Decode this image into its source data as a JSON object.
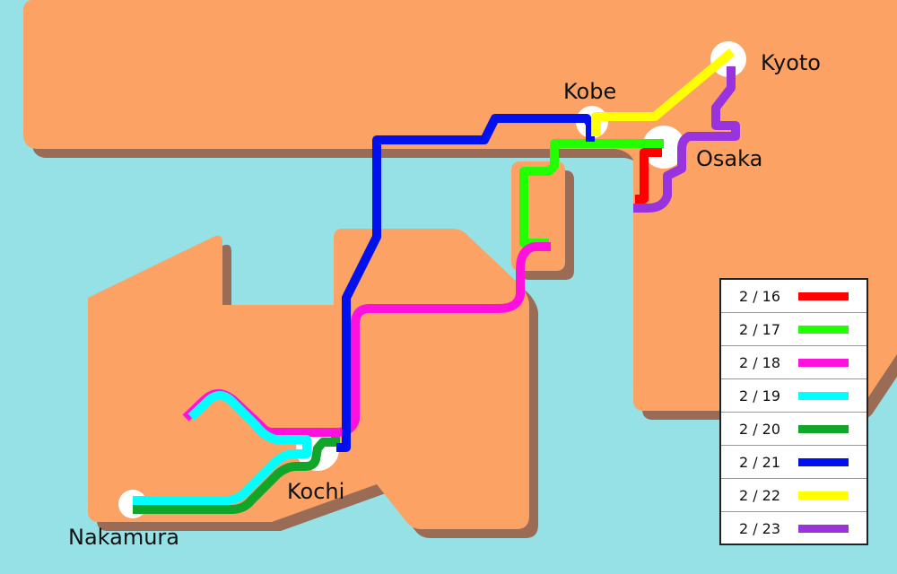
{
  "colors": {
    "water": "#96e1e6",
    "land": "#fba264",
    "land_shadow": "#9a6b55"
  },
  "cities": [
    {
      "id": "kyoto",
      "label": "Kyoto"
    },
    {
      "id": "kobe",
      "label": "Kobe"
    },
    {
      "id": "osaka",
      "label": "Osaka"
    },
    {
      "id": "kochi",
      "label": "Kochi"
    },
    {
      "id": "nakamura",
      "label": "Nakamura"
    }
  ],
  "legend": [
    {
      "date": "2 / 16",
      "color": "#ff0000"
    },
    {
      "date": "2 / 17",
      "color": "#22ff00"
    },
    {
      "date": "2 / 18",
      "color": "#ff11dd"
    },
    {
      "date": "2 / 19",
      "color": "#00ffff"
    },
    {
      "date": "2 / 20",
      "color": "#11a52a"
    },
    {
      "date": "2 / 21",
      "color": "#0011ee"
    },
    {
      "date": "2 / 22",
      "color": "#ffff00"
    },
    {
      "date": "2 / 23",
      "color": "#9933dd"
    }
  ]
}
